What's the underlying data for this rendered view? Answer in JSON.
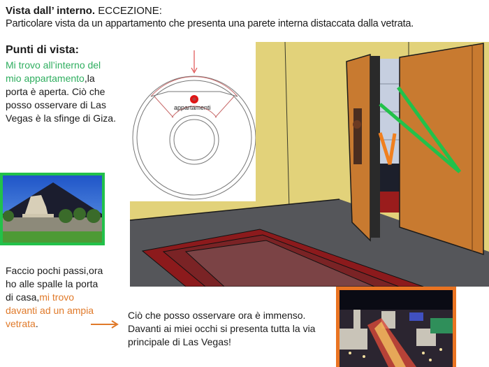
{
  "header": {
    "title_bold": "Vista dall’ interno.",
    "title_rest": " ECCEZIONE:",
    "subtitle": "Particolare vista da un appartamento che presenta una parete interna distaccata dalla vetrata."
  },
  "points_of_view": {
    "heading": "Punti di vista:",
    "paragraph1": {
      "green_part": "Mi trovo all’interno del mio appartamento",
      "rest": ",la porta è aperta. Ciò che posso osservare di Las Vegas è la sfinge di Giza."
    },
    "image1_label": "sphinx-luxor-photo",
    "paragraph2": {
      "plain_part": "Faccio pochi passi,ora  ho alle spalle la porta di casa,",
      "orange_part1": "mi trovo davanti ad un ampia vetrata",
      "end": "."
    }
  },
  "description": "Ciò che posso osservare ora è immenso. Davanti ai miei occhi si presenta tutta la via principale di Las Vegas!",
  "diagram": {
    "label": "appartamenti"
  },
  "colors": {
    "green_text": "#2fae5f",
    "orange_text": "#e07a2a",
    "green_frame": "#22c14a",
    "orange_frame": "#ea7422",
    "wall": "#e2d27a",
    "floor": "#55565a",
    "rug": "#8c1a1c",
    "door": "#c87a30"
  }
}
